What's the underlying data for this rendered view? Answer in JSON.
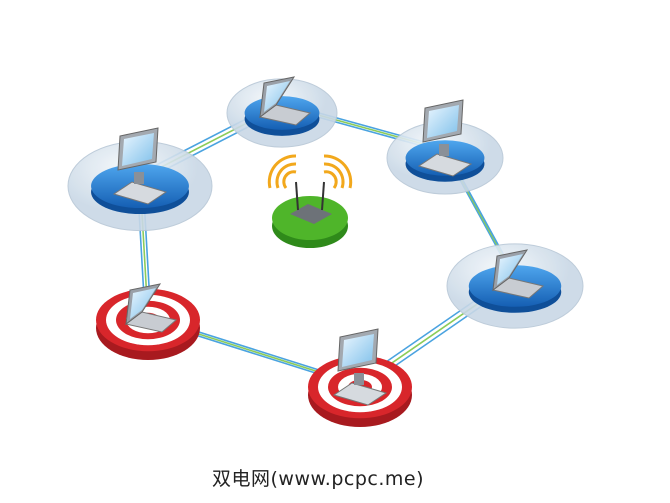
{
  "watermark": "双电网(www.pcpc.me)",
  "colors": {
    "blue_disc": "#1f7ad6",
    "red_target": "#d8262b",
    "green_router": "#4fb52a",
    "wifi_signal": "#f2a81c",
    "link_blue": "#4aa3e0",
    "link_green": "#8ccc5a",
    "dome": "#c9d8e6"
  },
  "nodes": [
    {
      "id": "computer-top-left",
      "type": "desktop",
      "style": "dome"
    },
    {
      "id": "laptop-top",
      "type": "laptop",
      "style": "dome"
    },
    {
      "id": "computer-top-right",
      "type": "desktop",
      "style": "dome"
    },
    {
      "id": "laptop-right",
      "type": "laptop",
      "style": "dome"
    },
    {
      "id": "computer-bottom",
      "type": "desktop",
      "style": "target"
    },
    {
      "id": "laptop-left",
      "type": "laptop",
      "style": "target"
    },
    {
      "id": "wireless-router",
      "type": "router",
      "style": "green"
    }
  ]
}
